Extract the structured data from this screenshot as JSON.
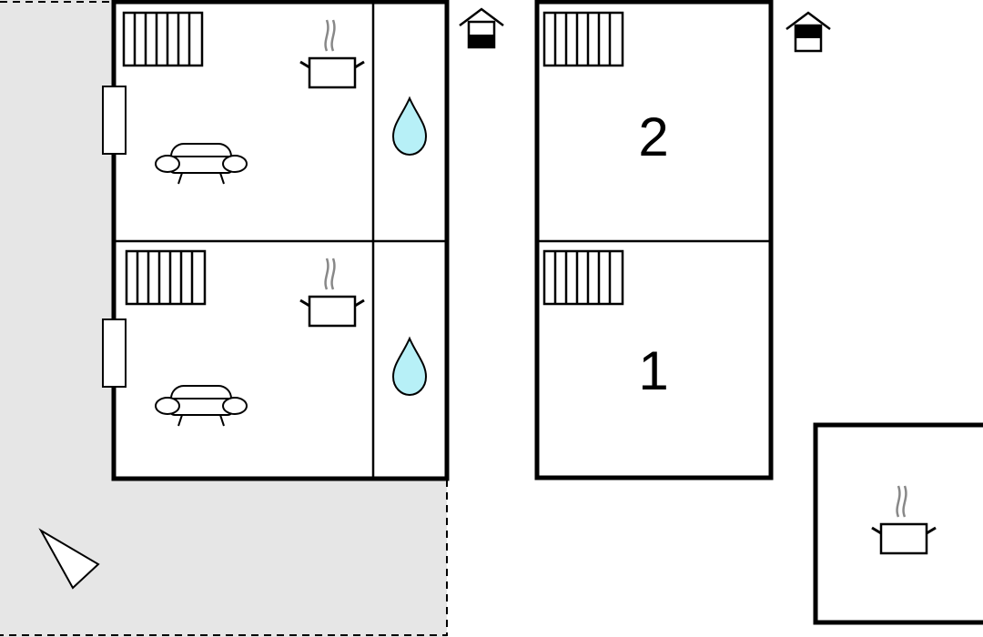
{
  "floorplan": {
    "colors": {
      "background": "#ffffff",
      "terrace": "#e6e6e6",
      "wall": "#000000",
      "water": "#b7f0f7",
      "steam": "#888888"
    },
    "icons": {
      "radiator": "radiator-icon",
      "stove": "cooking-pot-icon",
      "sofa": "sofa-icon",
      "water": "water-drop-icon",
      "annex": "annex-house-icon",
      "compass": "north-arrow-icon",
      "window": "window-icon"
    },
    "rooms": [
      {
        "id": "bedroom-2",
        "label": "2"
      },
      {
        "id": "bedroom-1",
        "label": "1"
      }
    ]
  }
}
